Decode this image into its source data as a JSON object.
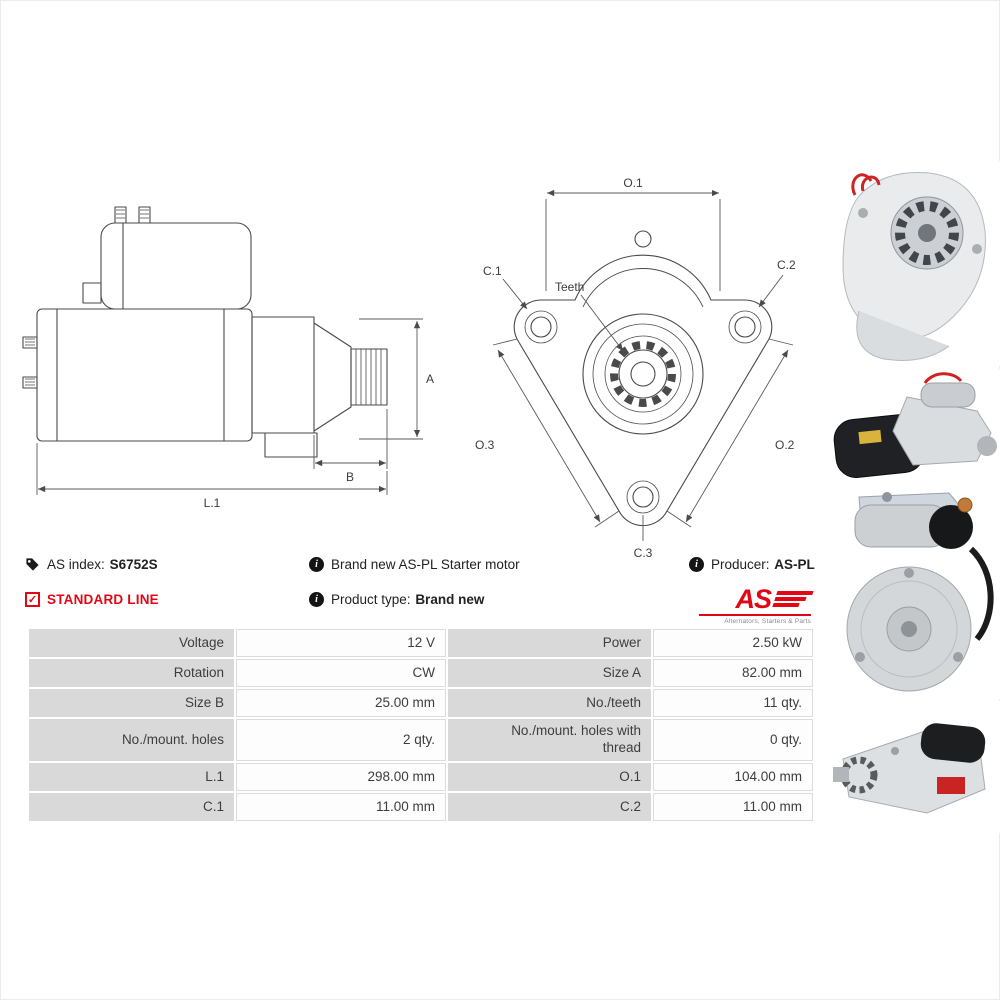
{
  "info": {
    "as_index_label": "AS index:",
    "as_index_value": "S6752S",
    "standard_line": "STANDARD LINE",
    "brand_new": "Brand new AS-PL Starter motor",
    "product_type_label": "Product type:",
    "product_type_value": "Brand new",
    "producer_label": "Producer:",
    "producer_value": "AS-PL"
  },
  "icons": {
    "check": "✓",
    "info": "i"
  },
  "logo": {
    "as": "AS",
    "tagline": "Alternators, Starters & Parts"
  },
  "diagram": {
    "side": {
      "a": "A",
      "b": "B",
      "l1": "L.1"
    },
    "front": {
      "o1": "O.1",
      "o2": "O.2",
      "o3": "O.3",
      "c1": "C.1",
      "c2": "C.2",
      "c3": "C.3",
      "teeth": "Teeth"
    }
  },
  "photos": [
    "starter-top-angled-view-photo",
    "starter-side-view-photo",
    "starter-rear-view-photo",
    "starter-bottom-angled-view-photo"
  ],
  "table": {
    "rows": [
      {
        "l1": "Voltage",
        "v1": "12 V",
        "l2": "Power",
        "v2": "2.50 kW"
      },
      {
        "l1": "Rotation",
        "v1": "CW",
        "l2": "Size A",
        "v2": "82.00 mm"
      },
      {
        "l1": "Size B",
        "v1": "25.00 mm",
        "l2": "No./teeth",
        "v2": "11 qty."
      },
      {
        "l1": "No./mount. holes",
        "v1": "2 qty.",
        "l2": "No./mount. holes with thread",
        "v2": "0 qty."
      },
      {
        "l1": "L.1",
        "v1": "298.00 mm",
        "l2": "O.1",
        "v2": "104.00 mm"
      },
      {
        "l1": "C.1",
        "v1": "11.00 mm",
        "l2": "C.2",
        "v2": "11.00 mm"
      }
    ]
  },
  "colors": {
    "brand_red": "#e30613",
    "table_label_bg": "#d9d9d9",
    "drawing_line": "#4a4a4a"
  }
}
